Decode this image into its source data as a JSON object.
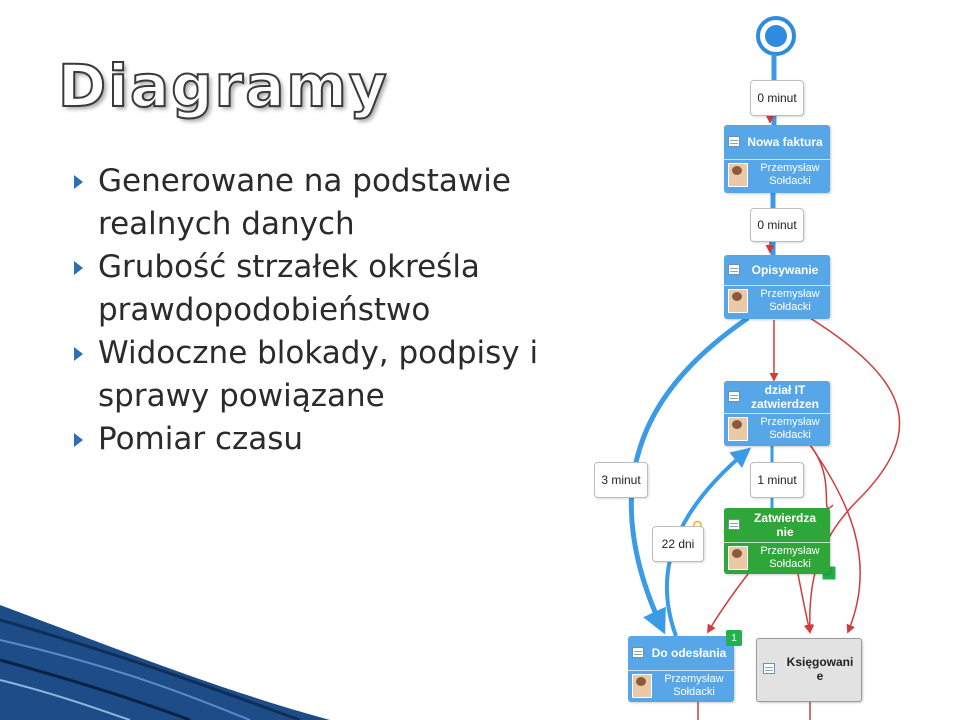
{
  "slide": {
    "title": "Diagramy",
    "bullets": [
      "Generowane na podstawie realnych danych",
      "Grubość strzałek określa prawdopodobieństwo",
      "Widoczne blokady, podpisy i sprawy powiązane",
      "Pomiar czasu"
    ]
  },
  "diagram": {
    "nodes": {
      "nowa_faktura": {
        "title": "Nowa faktura",
        "person": "Przemysław Sołdacki"
      },
      "opisywanie": {
        "title": "Opisywanie",
        "person": "Przemysław Sołdacki"
      },
      "dzial_it": {
        "title": "dział IT zatwierdzen",
        "person": "Przemysław Sołdacki"
      },
      "zatwierdzanie": {
        "title": "Zatwierdza nie",
        "person": "Przemysław Sołdacki"
      },
      "do_odeslania": {
        "title": "Do odesłania",
        "person": "Przemysław Sołdacki",
        "badge": "1"
      },
      "ksiegowanie": {
        "title": "Księgowani e"
      }
    },
    "time_labels": {
      "t1": "0 minut",
      "t2": "0 minut",
      "t3": "3 minut",
      "t4": "1 minut",
      "t5": "22 dni"
    },
    "colors": {
      "blue_node": "#57a7e8",
      "green_node": "#2fa63a",
      "gray_node": "#e2e2e2",
      "blue_arrow": "#3b9be6",
      "red_arrow": "#d23b3b",
      "start_node": "#2f8be0"
    },
    "icons": [
      "document-icon",
      "avatar",
      "lock-icon",
      "signature-icon"
    ]
  }
}
